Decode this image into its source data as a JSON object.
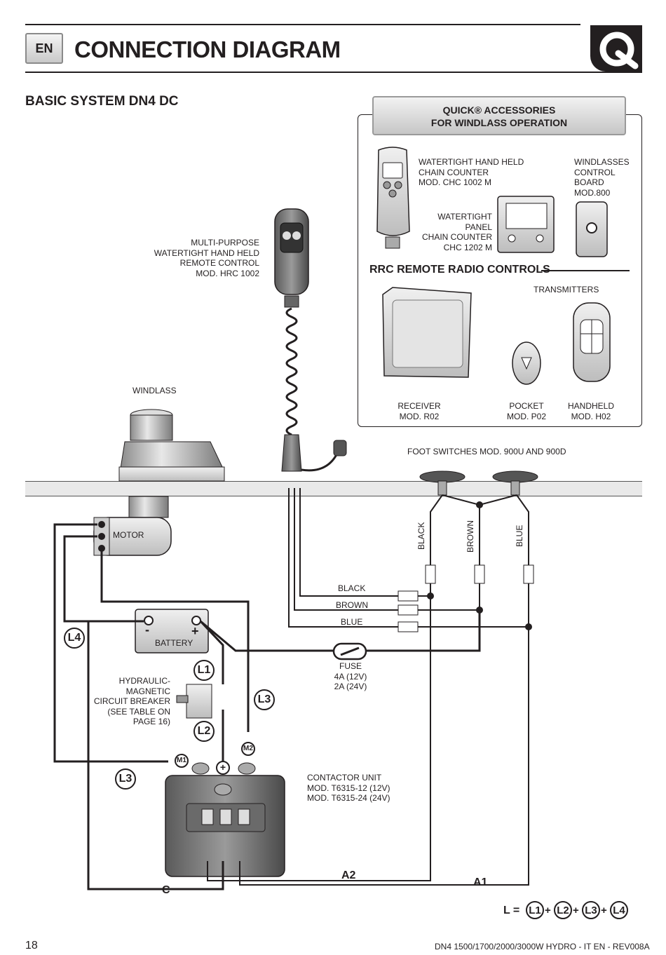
{
  "header": {
    "lang_badge": "EN",
    "title": "CONNECTION DIAGRAM"
  },
  "subtitle": "BASIC SYSTEM DN4 DC",
  "accessories": {
    "banner_line1": "QUICK® ACCESSORIES",
    "banner_line2": "FOR WINDLASS OPERATION",
    "chain_counter_handheld": [
      "WATERTIGHT HAND HELD",
      "CHAIN COUNTER",
      "MOD. CHC 1002 M"
    ],
    "control_board": [
      "WINDLASSES",
      "CONTROL",
      "BOARD",
      "MOD.800"
    ],
    "panel_counter": [
      "WATERTIGHT",
      "PANEL",
      "CHAIN COUNTER",
      "CHC 1202 M"
    ],
    "rrc_title": "RRC REMOTE RADIO CONTROLS",
    "transmitters": "TRANSMITTERS",
    "receiver": [
      "RECEIVER",
      "MOD. R02"
    ],
    "pocket": [
      "POCKET",
      "MOD. P02"
    ],
    "handheld": [
      "HANDHELD",
      "MOD. H02"
    ]
  },
  "remote": [
    "MULTI-PURPOSE",
    "WATERTIGHT HAND HELD",
    "REMOTE CONTROL",
    "MOD. HRC 1002"
  ],
  "windlass": "WINDLASS",
  "foot_switches": "FOOT SWITCHES MOD. 900U AND 900D",
  "motor": "MOTOR",
  "battery": {
    "label": "BATTERY",
    "minus": "-",
    "plus": "+"
  },
  "wires": {
    "black": "BLACK",
    "brown": "BROWN",
    "blue": "BLUE"
  },
  "fuse": [
    "FUSE",
    "4A (12V)",
    "2A (24V)"
  ],
  "breaker": [
    "HYDRAULIC-",
    "MAGNETIC",
    "CIRCUIT BREAKER",
    "(SEE TABLE ON",
    "PAGE 16)"
  ],
  "contactor": [
    "CONTACTOR UNIT",
    "MOD. T6315-12 (12V)",
    "MOD. T6315-24 (24V)"
  ],
  "cables": {
    "l1": "L1",
    "l2": "L2",
    "l3": "L3",
    "l4": "L4",
    "m1": "M1",
    "m2": "M2",
    "plus": "+"
  },
  "terminals": {
    "a1": "A1",
    "a2": "A2",
    "c": "C"
  },
  "formula": {
    "l_eq": "L =",
    "plus": "+",
    "terms": [
      "L1",
      "L2",
      "L3",
      "L4"
    ]
  },
  "footer": {
    "page": "18",
    "doc": "DN4 1500/1700/2000/3000W HYDRO - IT EN - REV008A"
  }
}
